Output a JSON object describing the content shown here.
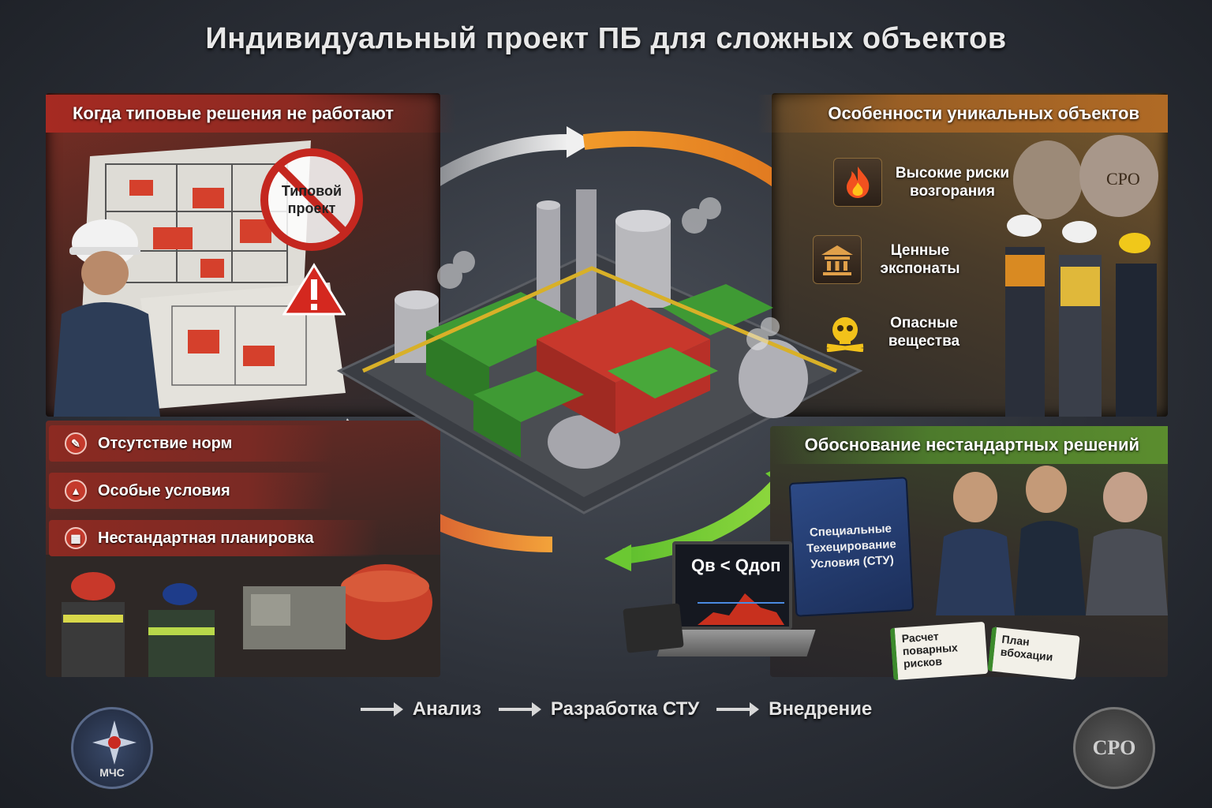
{
  "title": "Индивидуальный проект ПБ для сложных объектов",
  "left_panel": {
    "header": "Когда типовые решения не работают",
    "stamp_text": "Типовой проект",
    "issues": [
      {
        "label": "Отсутствие норм",
        "icon": "pen-icon"
      },
      {
        "label": "Особые условия",
        "icon": "person-icon"
      },
      {
        "label": "Нестандартная планировка",
        "icon": "building-icon"
      }
    ]
  },
  "right_panel": {
    "header": "Особенности уникальных объектов",
    "risks": [
      {
        "label": "Высокие риски возгорания",
        "icon": "fire-icon"
      },
      {
        "label": "Ценные экспонаты",
        "icon": "museum-icon"
      },
      {
        "label": "Опасные вещества",
        "icon": "skull-icon"
      }
    ]
  },
  "bottom_right_panel": {
    "header": "Обоснование нестандартных решений",
    "binder_text": "Специальные Техецирование Условия (СТУ)",
    "laptop_formula": "Qв < Qдоп",
    "doc1": "Расчет поварных рисков",
    "doc2": "План вбохации"
  },
  "flow": {
    "step1": "Анализ",
    "step2": "Разработка СТУ",
    "step3": "Внедрение"
  },
  "logos": {
    "left": "МЧС",
    "right": "СРО"
  },
  "colors": {
    "red": "#a62a22",
    "orange": "#b06a25",
    "green": "#5b8d2e",
    "plant_green": "#3f9a34",
    "plant_red": "#c8382c"
  }
}
